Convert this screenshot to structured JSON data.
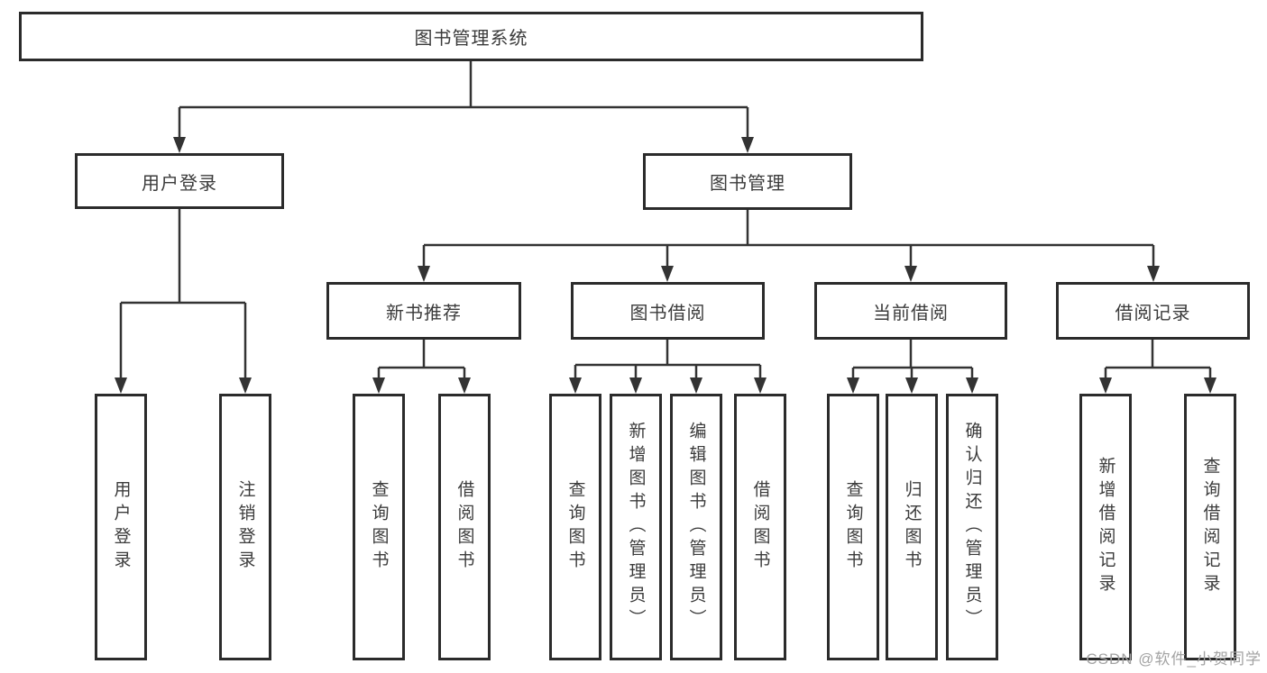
{
  "diagram": {
    "root": "图书管理系统",
    "level2": {
      "user_login": "用户登录",
      "book_management": "图书管理"
    },
    "level3": {
      "new_book_recommend": "新书推荐",
      "book_borrow": "图书借阅",
      "current_borrow": "当前借阅",
      "borrow_record": "借阅记录"
    },
    "leaves": {
      "user_login_children": [
        "用户登录",
        "注销登录"
      ],
      "new_book_children": [
        "查询图书",
        "借阅图书"
      ],
      "book_borrow_children": [
        "查询图书",
        "新增图书（管理员）",
        "编辑图书（管理员）",
        "借阅图书"
      ],
      "current_borrow_children": [
        "查询图书",
        "归还图书",
        "确认归还（管理员）"
      ],
      "borrow_record_children": [
        "新增借阅记录",
        "查询借阅记录"
      ]
    },
    "colors": {
      "line": "#333333",
      "box_border": "#2b2b2b",
      "text": "#3b3b3b",
      "background": "#ffffff",
      "watermark": "#a3a3a3"
    },
    "watermark": "CSDN @软件_小贺同学"
  }
}
